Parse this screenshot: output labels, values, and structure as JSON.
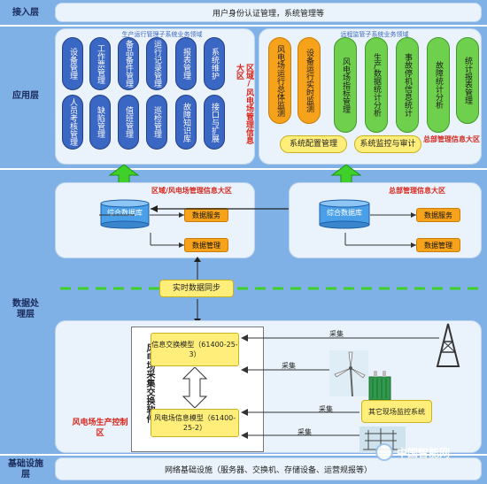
{
  "layers": {
    "access": "接入层",
    "application": "应用层",
    "data_processing": "数据处理层",
    "infrastructure": "基础设施层"
  },
  "top_bar": "用户身份认证管理，系统管理等",
  "left_panel": {
    "title": "生产运行管理子系统业务领域",
    "modules": [
      "设备管理",
      "备品备件管理",
      "运行记录管理",
      "报表管理",
      "系统维护",
      "工作票管理",
      "人员考核管理",
      "缺陷管理",
      "值班管理",
      "巡检管理",
      "故障知识库",
      "接口与扩展"
    ],
    "zone_label": "区域/风电场管理信息大区"
  },
  "right_panel": {
    "title": "远程监管子系统业务领域",
    "modules": [
      "风电场运行总体监测",
      "设备运行实时监测",
      "风电场指标管理",
      "生产数据统计分析",
      "事故停机信息统计",
      "故障统计分析",
      "统计报表管理"
    ],
    "config_box": "系统配置管理",
    "monitor_box": "系统监控与审计",
    "zone_label": "总部管理信息大区"
  },
  "data_zone_left": {
    "title": "区域/风电场管理信息大区",
    "db": "综合数据库",
    "service": "数据服务",
    "manage": "数据管理"
  },
  "data_zone_right": {
    "title": "总部管理信息大区",
    "db": "综合数据库",
    "service": "数据服务",
    "manage": "数据管理"
  },
  "realtime_sync": "实时数据同步",
  "production": {
    "software_label": "风电场采集交换软件",
    "model_top": "信息交换模型（61400-25-3）",
    "model_bottom": "风电场信息模型（61400-25-2）",
    "zone_label": "风电场生产控制区",
    "collect": [
      "采集",
      "采集",
      "采集",
      "采集"
    ],
    "other_system": "其它现场监控系统"
  },
  "infrastructure_text": "网络基础设施（服务器、交换机、存储设备、运营规报等）",
  "watermark": "中国智能网"
}
